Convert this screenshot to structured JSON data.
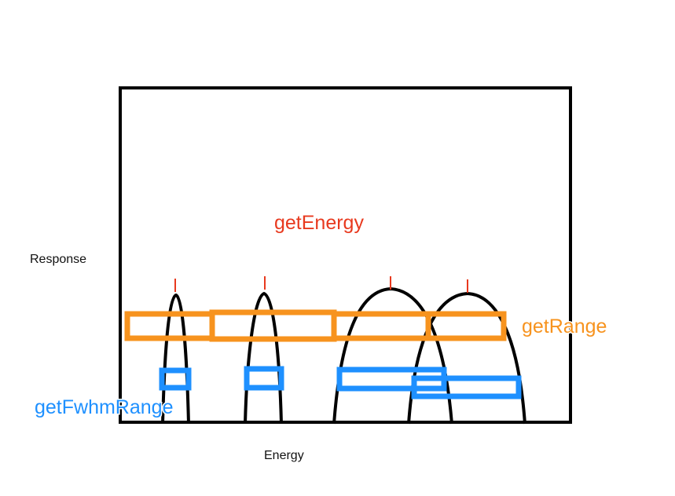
{
  "labels": {
    "ylabel": "Response",
    "xlabel": "Energy",
    "energy_method": "getEnergy",
    "range_method": "getRange",
    "fwhm_method": "getFwhmRange"
  },
  "peak_count": 4,
  "colors": {
    "frame": "#000000",
    "peak_curve": "#000000",
    "energy_marker": "#e8391e",
    "range_box": "#f7931e",
    "fwhm_box": "#1e90ff",
    "range_label": "#f7931e",
    "energy_label": "#e8391e",
    "fwhm_label": "#1e90ff"
  }
}
